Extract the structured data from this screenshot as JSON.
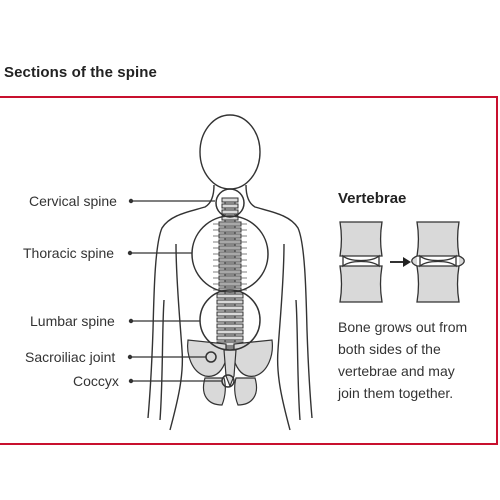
{
  "title": "Sections of the spine",
  "labels": {
    "cervical": "Cervical spine",
    "thoracic": "Thoracic spine",
    "lumbar": "Lumbar spine",
    "sacroiliac": "Sacroiliac joint",
    "coccyx": "Coccyx"
  },
  "vertebrae": {
    "title": "Vertebrae",
    "caption_lines": [
      "Bone grows out from",
      "both sides of the",
      "vertebrae and may",
      "join them together."
    ]
  },
  "colors": {
    "frame": "#c8102e",
    "bone_fill": "#d9d9d9",
    "outline": "#333333"
  }
}
